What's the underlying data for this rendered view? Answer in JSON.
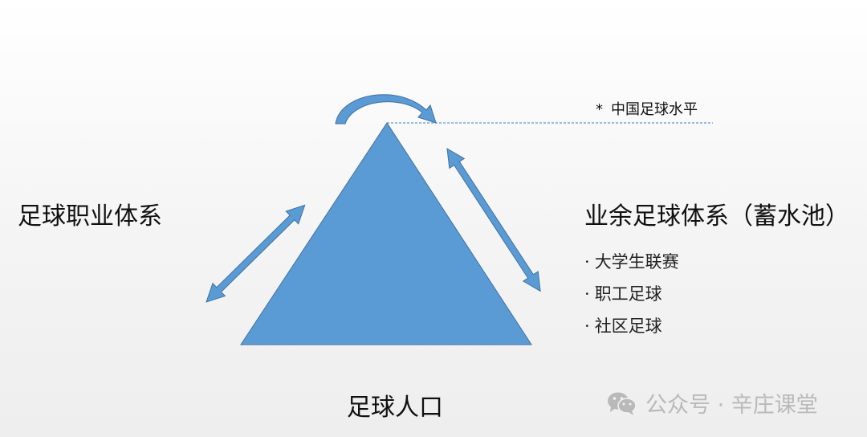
{
  "labels": {
    "professional": "足球职业体系",
    "amateur": "业余足球体系（蓄水池）",
    "population": "足球人口",
    "level_star": "*",
    "level": "中国足球水平"
  },
  "amateur_items": [
    "大学生联赛",
    "职工足球",
    "社区足球"
  ],
  "bullet": "·",
  "watermark": {
    "text": "公众号 · 辛庄课堂",
    "icon": "wechat-icon"
  },
  "colors": {
    "shape_fill": "#5b9bd5",
    "shape_stroke": "#41719c",
    "dashed_line": "#5b9bd5",
    "watermark": "#b9b9b9"
  }
}
